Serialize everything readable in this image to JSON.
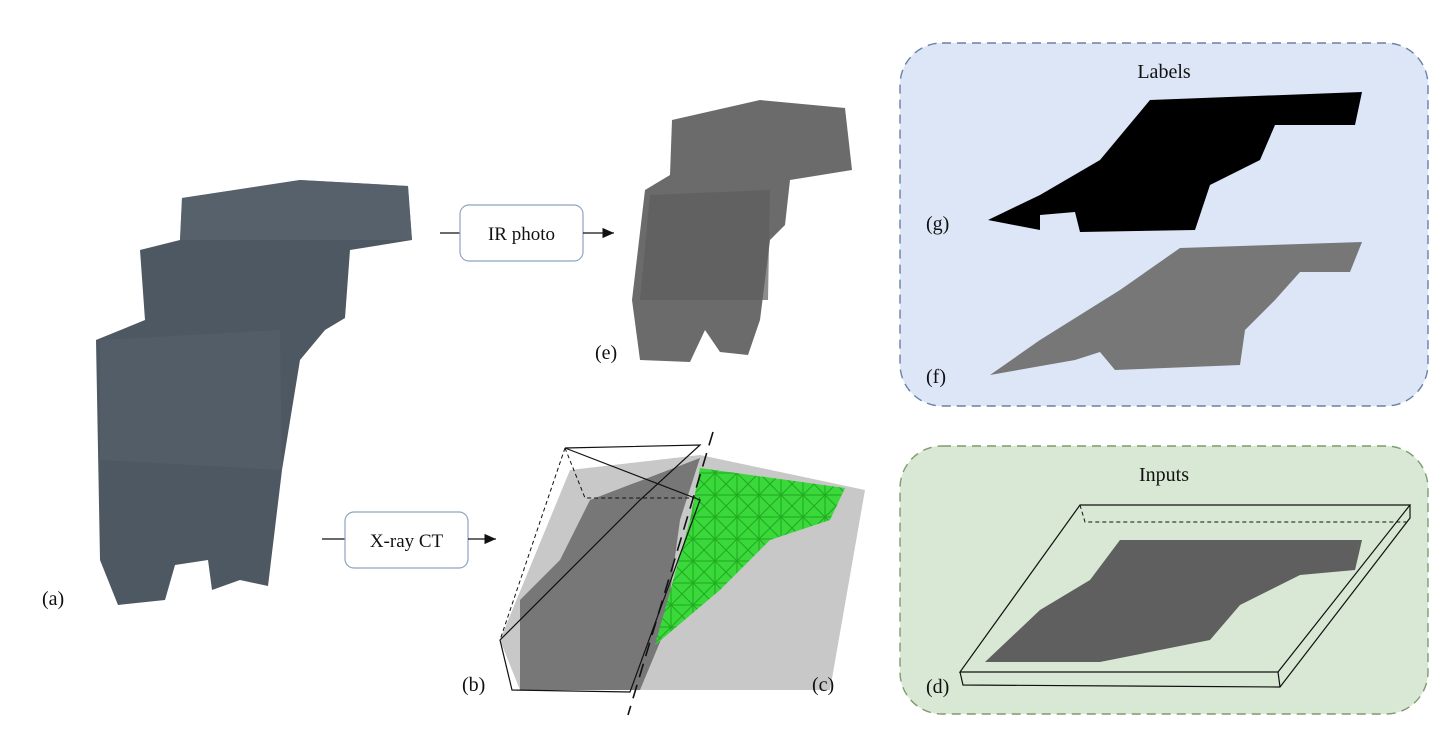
{
  "steps": {
    "ir_photo": "IR photo",
    "xray_ct": "X-ray CT"
  },
  "panels": {
    "labels_title": "Labels",
    "inputs_title": "Inputs"
  },
  "figure_labels": {
    "a": "(a)",
    "b": "(b)",
    "c": "(c)",
    "d": "(d)",
    "e": "(e)",
    "f": "(f)",
    "g": "(g)"
  },
  "colors": {
    "labels_panel_fill": "#dce6f7",
    "labels_panel_border": "#6a80a6",
    "inputs_panel_fill": "#d9e7d5",
    "inputs_panel_border": "#7d9c6c",
    "mesh_green": "#2ee82e",
    "step_box_border": "#8ea3c4"
  }
}
